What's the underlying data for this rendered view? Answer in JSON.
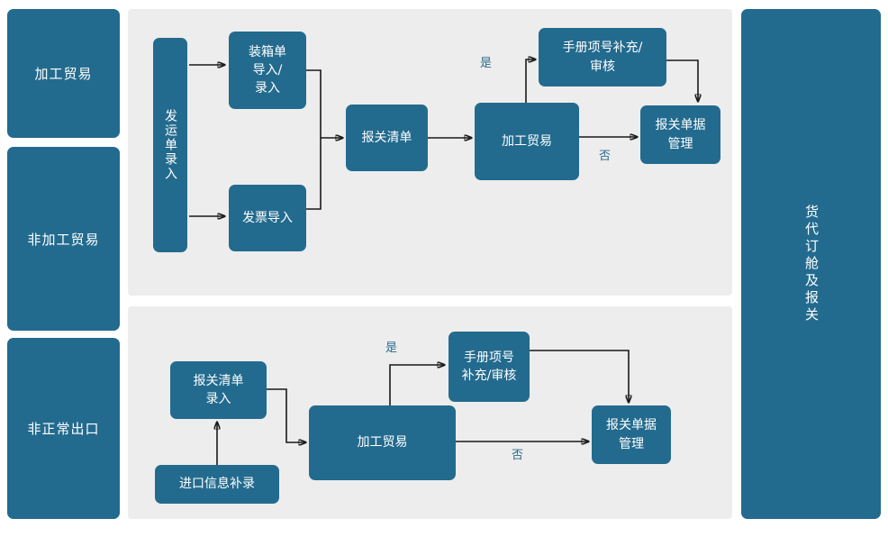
{
  "categories": [
    {
      "label": "加工贸易"
    },
    {
      "label": "非加工贸易"
    },
    {
      "label": "非正常出口"
    }
  ],
  "lane": {
    "label": "货代订舱及报关"
  },
  "flows": [
    {
      "id": "flow-top",
      "nodes": [
        {
          "id": "shipment-entry",
          "label": "发运单录入",
          "orientation": "vertical"
        },
        {
          "id": "packing-list-import",
          "label": "装箱单\n导入/\n录入",
          "orientation": "horizontal"
        },
        {
          "id": "invoice-import",
          "label": "发票导入",
          "orientation": "horizontal"
        },
        {
          "id": "customs-list",
          "label": "报关清单",
          "orientation": "horizontal"
        },
        {
          "id": "processing-trade",
          "label": "加工贸易",
          "orientation": "horizontal"
        },
        {
          "id": "manual-item-review",
          "label": "手册项号补充/\n审核",
          "orientation": "horizontal"
        },
        {
          "id": "customs-doc-mgmt",
          "label": "报关单据\n管理",
          "orientation": "horizontal"
        }
      ],
      "edge_labels": [
        {
          "id": "yes-top",
          "label": "是"
        },
        {
          "id": "no-top",
          "label": "否"
        }
      ]
    },
    {
      "id": "flow-bottom",
      "nodes": [
        {
          "id": "customs-list-entry",
          "label": "报关清单\n录入",
          "orientation": "horizontal"
        },
        {
          "id": "import-info-supplement",
          "label": "进口信息补录",
          "orientation": "horizontal"
        },
        {
          "id": "processing-trade-2",
          "label": "加工贸易",
          "orientation": "horizontal"
        },
        {
          "id": "manual-item-review-2",
          "label": "手册项号\n补充/审核",
          "orientation": "horizontal"
        },
        {
          "id": "customs-doc-mgmt-2",
          "label": "报关单据\n管理",
          "orientation": "horizontal"
        }
      ],
      "edge_labels": [
        {
          "id": "yes-bottom",
          "label": "是"
        },
        {
          "id": "no-bottom",
          "label": "否"
        }
      ]
    }
  ],
  "colors": {
    "node": "#236B8E",
    "panel": "#ededed",
    "edge": "#1a1a1a",
    "edge_label": "#2b6b8c",
    "background": "#ffffff"
  }
}
